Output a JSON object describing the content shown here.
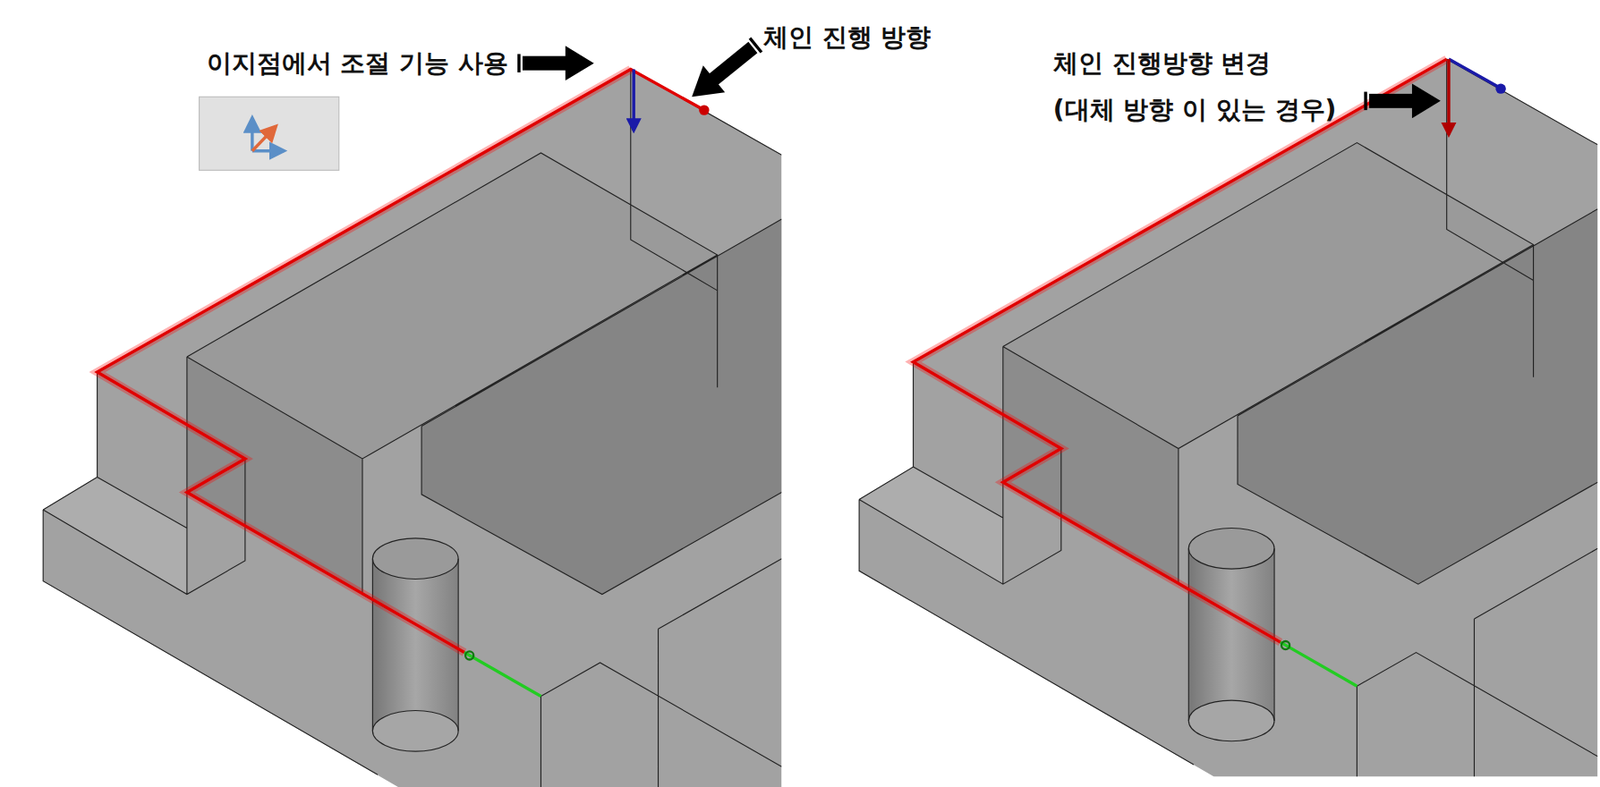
{
  "diagram": {
    "labels": [
      "이지점에서 조절 기능 사용",
      "체인 진행 방향",
      "체인 진행방향 변경",
      "(대체 방향 이 있는 경우)"
    ]
  }
}
